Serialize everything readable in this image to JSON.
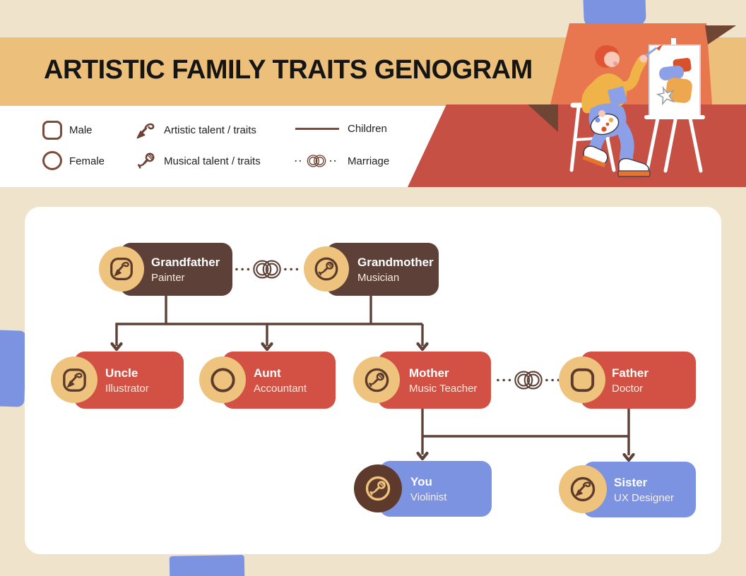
{
  "header": {
    "title": "ARTISTIC FAMILY TRAITS GENOGRAM"
  },
  "legend": {
    "items": [
      {
        "label": "Male",
        "symbol": "rounded-square-outline"
      },
      {
        "label": "Female",
        "symbol": "circle-outline"
      },
      {
        "label": "Artistic talent / traits",
        "symbol": "paintbrush"
      },
      {
        "label": "Musical talent / traits",
        "symbol": "microphone"
      },
      {
        "label": "Children",
        "symbol": "solid-line"
      },
      {
        "label": "Marriage",
        "symbol": "dotted-line-interlocked-rings"
      }
    ]
  },
  "genogram": {
    "nodes": {
      "grandfather": {
        "name": "Grandfather",
        "role": "Painter",
        "gender": "male",
        "talent": "artistic",
        "generation": 1
      },
      "grandmother": {
        "name": "Grandmother",
        "role": "Musician",
        "gender": "female",
        "talent": "musical",
        "generation": 1
      },
      "uncle": {
        "name": "Uncle",
        "role": "Illustrator",
        "gender": "male",
        "talent": "artistic",
        "generation": 2
      },
      "aunt": {
        "name": "Aunt",
        "role": "Accountant",
        "gender": "female",
        "talent": "none",
        "generation": 2
      },
      "mother": {
        "name": "Mother",
        "role": "Music Teacher",
        "gender": "female",
        "talent": "musical",
        "generation": 2
      },
      "father": {
        "name": "Father",
        "role": "Doctor",
        "gender": "male",
        "talent": "none",
        "generation": 2
      },
      "you": {
        "name": "You",
        "role": "Violinist",
        "gender": "female",
        "talent": "musical",
        "generation": 3
      },
      "sister": {
        "name": "Sister",
        "role": "UX Designer",
        "gender": "female",
        "talent": "artistic",
        "generation": 3
      }
    },
    "relationships": {
      "marriages": [
        [
          "grandfather",
          "grandmother"
        ],
        [
          "mother",
          "father"
        ]
      ],
      "children": [
        {
          "parents": [
            "grandfather",
            "grandmother"
          ],
          "children": [
            "uncle",
            "aunt",
            "mother"
          ]
        },
        {
          "parents": [
            "mother",
            "father"
          ],
          "children": [
            "you",
            "sister"
          ]
        }
      ]
    }
  },
  "illustration": {
    "alt": "Person painting shapes on a canvas at an easel"
  },
  "colors": {
    "background": "#f0e3cc",
    "header_band": "#ecc07a",
    "card": "#ffffff",
    "generation1_node": "#5d4138",
    "generation2_node": "#d35144",
    "generation3_node": "#7b93e0",
    "badge_gold": "#eec37e",
    "badge_dark_brown": "#5d3a2b",
    "connector_line": "#5e4238",
    "legend_icon_brown": "#7d4b3a",
    "backdrop_red": "#c65043",
    "backdrop_orange": "#e8764f",
    "accent_blue": "#7b93e0"
  }
}
